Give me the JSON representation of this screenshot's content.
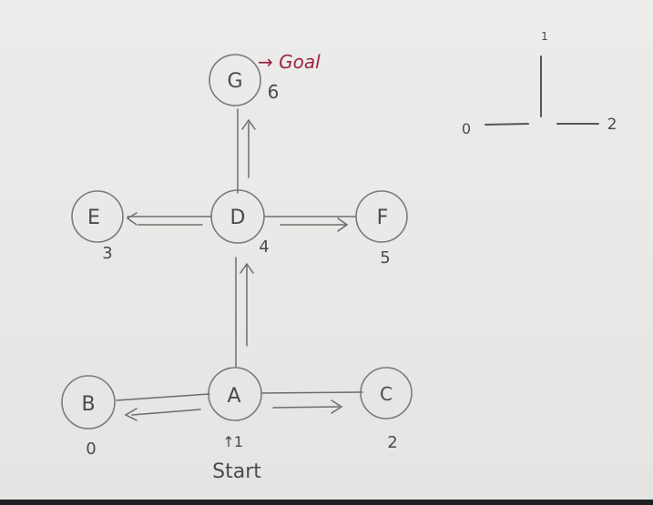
{
  "colors": {
    "paper": "#eaeae8",
    "ink": "#4a4a4a",
    "goal_ink": "#9b2346",
    "bottom_bar": "#1f2024"
  },
  "nodes": [
    {
      "id": "A",
      "label": "A",
      "number": ""
    },
    {
      "id": "B",
      "label": "B",
      "number": "0"
    },
    {
      "id": "C",
      "label": "C",
      "number": "2"
    },
    {
      "id": "D",
      "label": "D",
      "number": "4"
    },
    {
      "id": "E",
      "label": "E",
      "number": "3"
    },
    {
      "id": "F",
      "label": "F",
      "number": "5"
    },
    {
      "id": "G",
      "label": "G",
      "number": "6"
    }
  ],
  "start": {
    "arrow": "↑",
    "number": "1",
    "text": "Start"
  },
  "goal": {
    "text": "→ Goal"
  },
  "legend": {
    "left": "0",
    "top": "1",
    "right": "2"
  }
}
